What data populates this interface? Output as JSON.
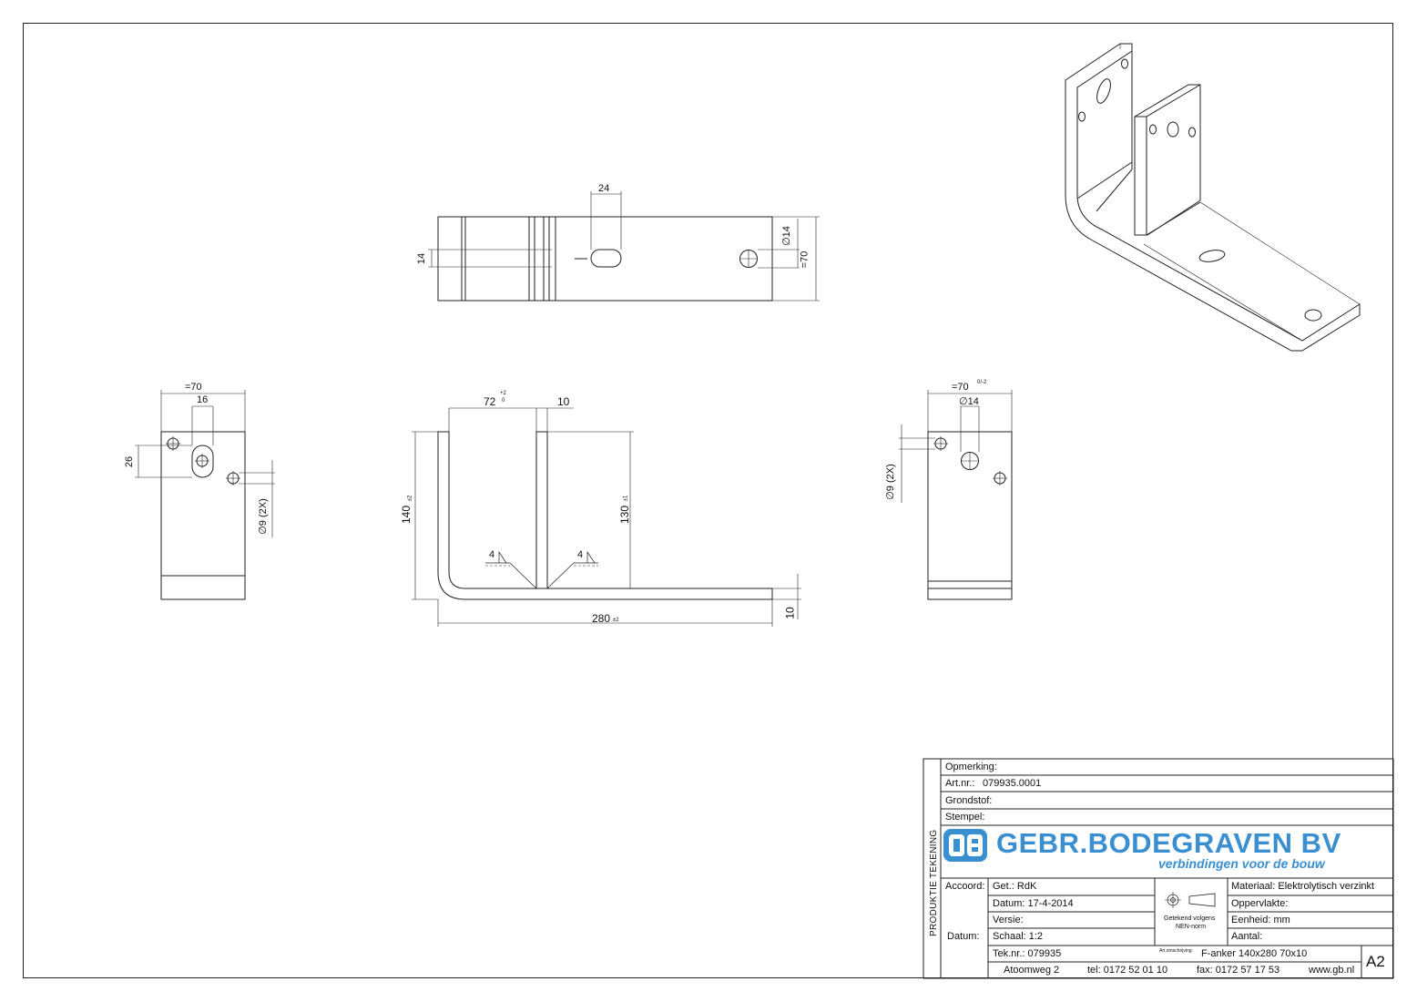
{
  "title_block": {
    "remark_label": "Opmerking:",
    "art_nr_label": "Art.nr.:",
    "art_nr_value": "079935.0001",
    "grondstof_label": "Grondstof:",
    "stempel_label": "Stempel:",
    "vertical_label": "PRODUKTIE TEKENING",
    "company_name": "GEBR.BODEGRAVEN BV",
    "company_tagline": "verbindingen voor de bouw",
    "accoord_label": "Accoord:",
    "datum_label": "Datum:",
    "get_label": "Get.: RdK",
    "datum_value": "Datum: 17-4-2014",
    "versie_label": "Versie:",
    "schaal_label": "Schaal: 1:2",
    "teknr_label": "Tek.nr.: 079935",
    "norm_line1": "Getekend volgens",
    "norm_line2": "NEN-norm",
    "materiaal": "Materiaal: Elektrolytisch verzinkt",
    "oppervlakte": "Oppervlakte:",
    "eenheid": "Eenheid: mm",
    "aantal": "Aantal:",
    "art_omschrijving_label": "Art.omschrijving:",
    "art_omschrijving": "F-anker 140x280  70x10",
    "sheet_size": "A2",
    "address": "Atoomweg 2",
    "tel": "tel: 0172 52 01 10",
    "fax": "fax: 0172 57 17 53",
    "web": "www.gb.nl"
  },
  "dimensions": {
    "top_slot_width": "24",
    "top_slot_height": "14",
    "top_hole": "∅14",
    "top_width": "=70",
    "left_width": "=70",
    "left_offset": "16",
    "left_height": "26",
    "left_holes": "∅9 (2X)",
    "front_gap": "72",
    "front_gap_tol": "+2",
    "front_gap_tol2": "0",
    "front_plate": "10",
    "front_height": "140",
    "front_height_tol": "±2",
    "front_inner_height": "130",
    "front_inner_tol": "±1",
    "front_length": "280",
    "front_length_tol": "±2",
    "front_thickness": "10",
    "weld_left": "4",
    "weld_right": "4",
    "right_width": "=70",
    "right_hole": "∅14",
    "right_holes": "∅9 (2X)",
    "tol_70": "0/-2"
  }
}
